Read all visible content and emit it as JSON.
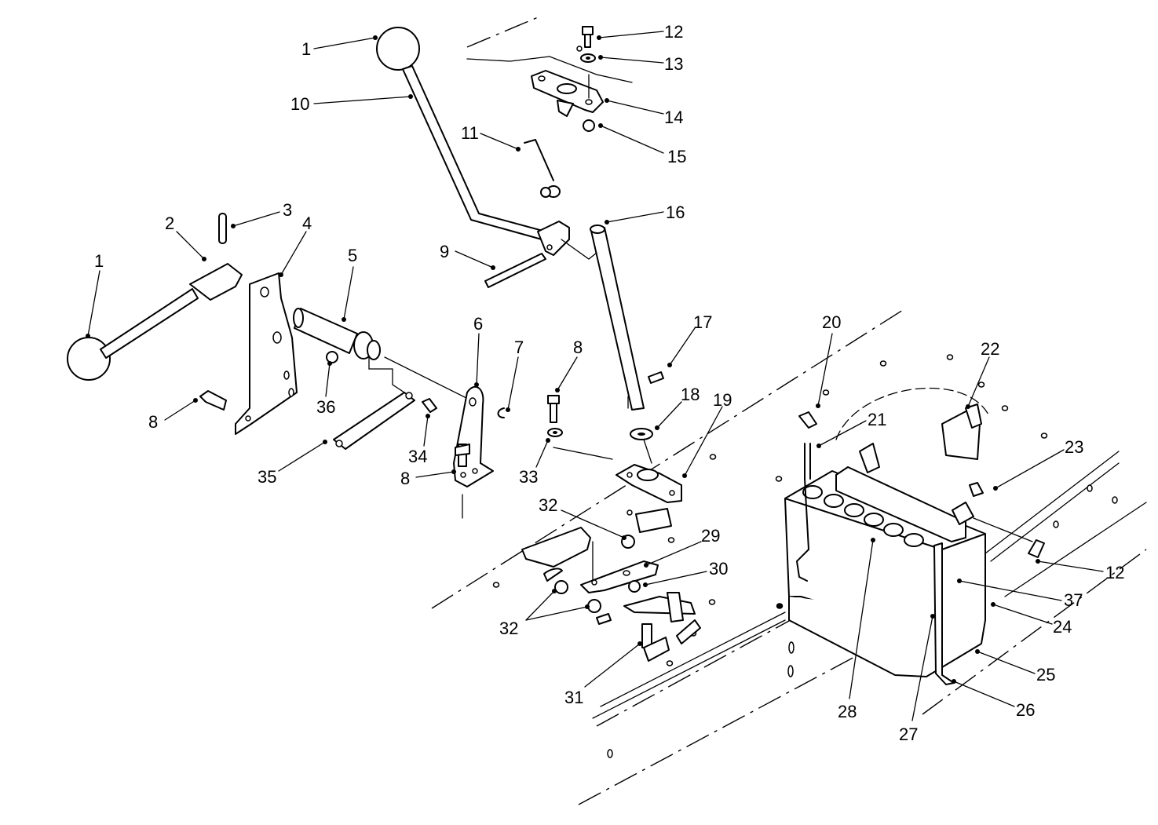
{
  "callouts": [
    {
      "id": "1a",
      "label": "1"
    },
    {
      "id": "1b",
      "label": "1"
    },
    {
      "id": "2",
      "label": "2"
    },
    {
      "id": "3",
      "label": "3"
    },
    {
      "id": "4",
      "label": "4"
    },
    {
      "id": "5",
      "label": "5"
    },
    {
      "id": "6",
      "label": "6"
    },
    {
      "id": "7",
      "label": "7"
    },
    {
      "id": "8a",
      "label": "8"
    },
    {
      "id": "8b",
      "label": "8"
    },
    {
      "id": "8c",
      "label": "8"
    },
    {
      "id": "9",
      "label": "9"
    },
    {
      "id": "10",
      "label": "10"
    },
    {
      "id": "11",
      "label": "11"
    },
    {
      "id": "12a",
      "label": "12"
    },
    {
      "id": "12b",
      "label": "12"
    },
    {
      "id": "13",
      "label": "13"
    },
    {
      "id": "14",
      "label": "14"
    },
    {
      "id": "15",
      "label": "15"
    },
    {
      "id": "16",
      "label": "16"
    },
    {
      "id": "17",
      "label": "17"
    },
    {
      "id": "18",
      "label": "18"
    },
    {
      "id": "19",
      "label": "19"
    },
    {
      "id": "20",
      "label": "20"
    },
    {
      "id": "21",
      "label": "21"
    },
    {
      "id": "22",
      "label": "22"
    },
    {
      "id": "23",
      "label": "23"
    },
    {
      "id": "24",
      "label": "24"
    },
    {
      "id": "25",
      "label": "25"
    },
    {
      "id": "26",
      "label": "26"
    },
    {
      "id": "27",
      "label": "27"
    },
    {
      "id": "28",
      "label": "28"
    },
    {
      "id": "29",
      "label": "29"
    },
    {
      "id": "30",
      "label": "30"
    },
    {
      "id": "31",
      "label": "31"
    },
    {
      "id": "32a",
      "label": "32"
    },
    {
      "id": "32b",
      "label": "32"
    },
    {
      "id": "33",
      "label": "33"
    },
    {
      "id": "34",
      "label": "34"
    },
    {
      "id": "35",
      "label": "35"
    },
    {
      "id": "36",
      "label": "36"
    },
    {
      "id": "37",
      "label": "37"
    }
  ]
}
